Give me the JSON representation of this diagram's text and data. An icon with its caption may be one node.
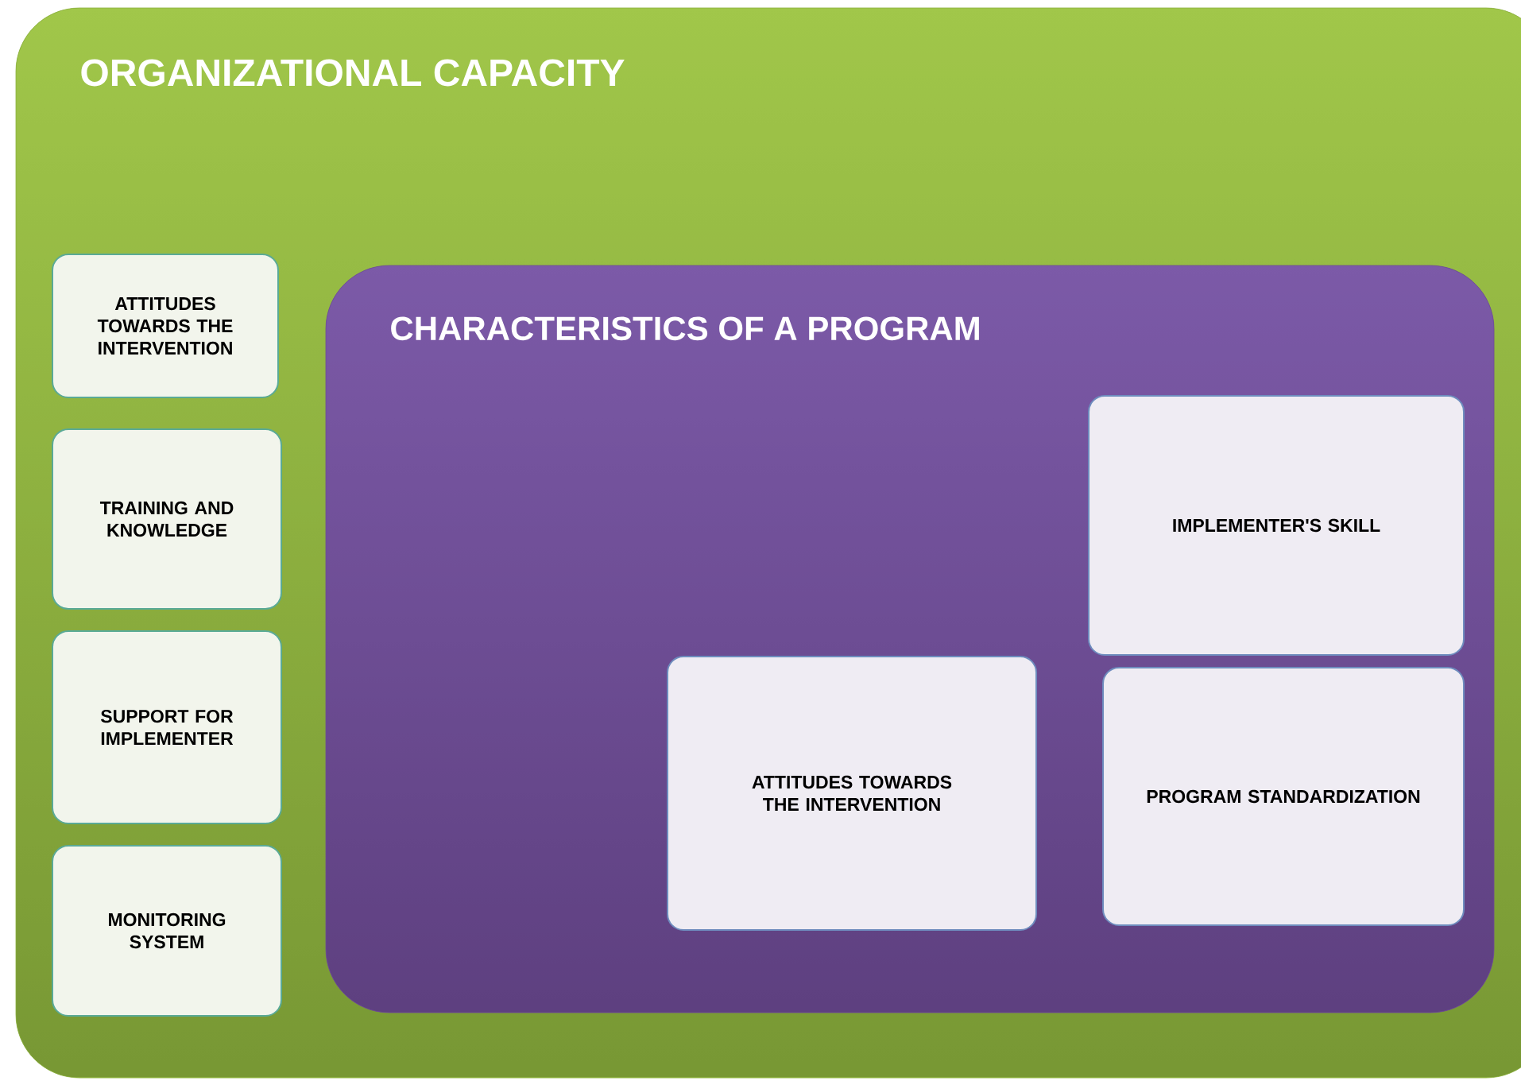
{
  "diagram": {
    "nodes": [
      {
        "text": [
          "ORGANIZATIONAL CAPACITY"
        ]
      },
      {
        "text": [
          "ATTITUDES TOWARDS THE INTERVENTION"
        ],
        "in": 0
      },
      {
        "text": [
          "TRAINING AND KNOWLEDGE"
        ],
        "in": 0
      },
      {
        "text": [
          "SUPPORT FOR IMPLEMENTER"
        ],
        "in": 0
      },
      {
        "text": [
          "MONITORING SYSTEM"
        ],
        "in": 0
      },
      {
        "text": [
          "CHARACTERISTICS OF A PROGRAM"
        ],
        "in": 0
      },
      {
        "text": [
          "IMPLEMENTER'S SKILL"
        ],
        "in": 5
      },
      {
        "text": [
          "ATTITUDES TOWARDS THE INTERVENTION"
        ],
        "in": 5
      },
      {
        "text": [
          "PROGRAM STANDARDIZATION"
        ],
        "in": 5
      }
    ]
  }
}
